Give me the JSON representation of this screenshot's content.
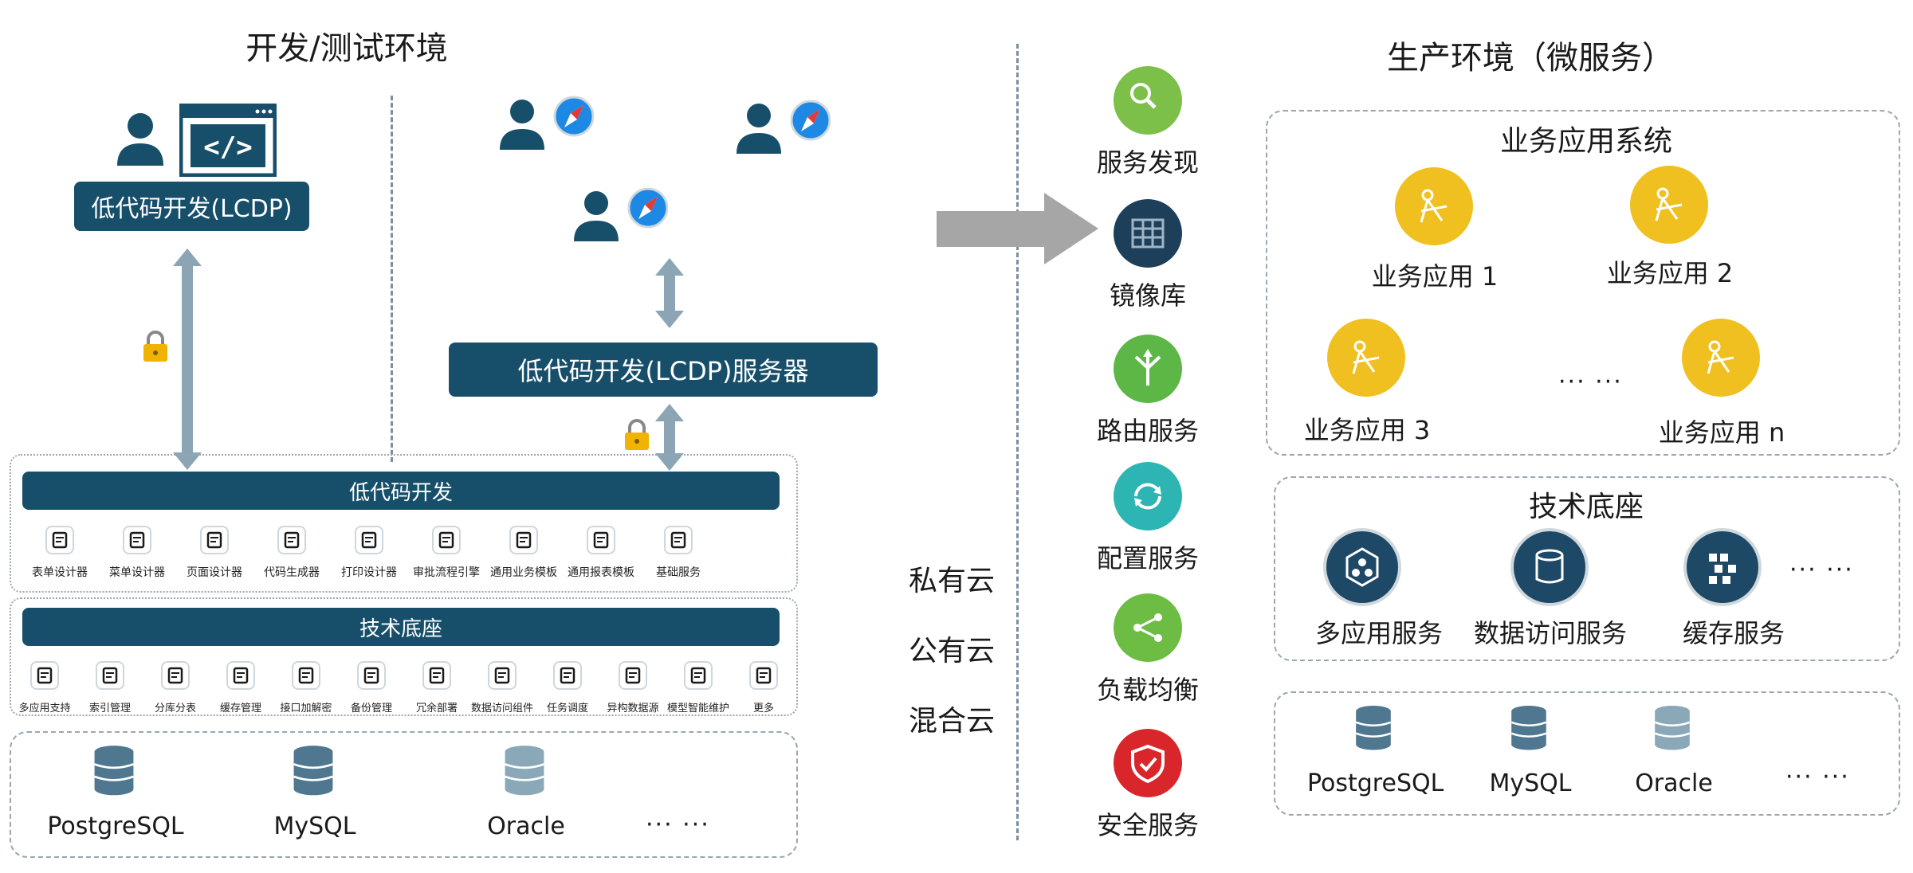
{
  "left_title": "开发/测试环境",
  "right_title": "生产环境（微服务）",
  "lcdp_client": "低代码开发(LCDP)",
  "lcdp_server": "低代码开发(LCDP)服务器",
  "lowcode_bar": "低代码开发",
  "lowcode_tools": [
    "表单设计器",
    "菜单设计器",
    "页面设计器",
    "代码生成器",
    "打印设计器",
    "审批流程引擎",
    "通用业务模板",
    "通用报表模板",
    "基础服务"
  ],
  "tech_bar": "技术底座",
  "tech_tools": [
    "多应用支持",
    "索引管理",
    "分库分表",
    "缓存管理",
    "接口加解密",
    "备份管理",
    "冗余部署",
    "数据访问组件",
    "任务调度",
    "异构数据源",
    "模型智能维护",
    "更多"
  ],
  "databases": [
    "PostgreSQL",
    "MySQL",
    "Oracle"
  ],
  "db_more": "··· ···",
  "clouds": [
    "私有云",
    "公有云",
    "混合云"
  ],
  "services": [
    {
      "label": "服务发现",
      "color": "#7cc04a",
      "icon": "search-icon"
    },
    {
      "label": "镜像库",
      "color": "#1d3f5a",
      "icon": "grid-icon"
    },
    {
      "label": "路由服务",
      "color": "#5cb747",
      "icon": "route-icon"
    },
    {
      "label": "配置服务",
      "color": "#2cb5b3",
      "icon": "refresh-icon"
    },
    {
      "label": "负载均衡",
      "color": "#6dbd45",
      "icon": "share-icon"
    },
    {
      "label": "安全服务",
      "color": "#d9262b",
      "icon": "shield-check-icon"
    }
  ],
  "biz_system_title": "业务应用系统",
  "biz_apps": [
    "业务应用 1",
    "业务应用 2",
    "业务应用 3",
    "业务应用 n"
  ],
  "biz_more": "··· ···",
  "tech_base_title": "技术底座",
  "tech_base_items": [
    "多应用服务",
    "数据访问服务",
    "缓存服务"
  ],
  "tech_more": "··· ···",
  "prod_databases": [
    "PostgreSQL",
    "MySQL",
    "Oracle"
  ],
  "prod_db_more": "··· ···",
  "colors": {
    "dark": "#174f6b",
    "yellow": "#f0c020",
    "arrow": "#8ba5b4",
    "lock": "#f0b400"
  }
}
